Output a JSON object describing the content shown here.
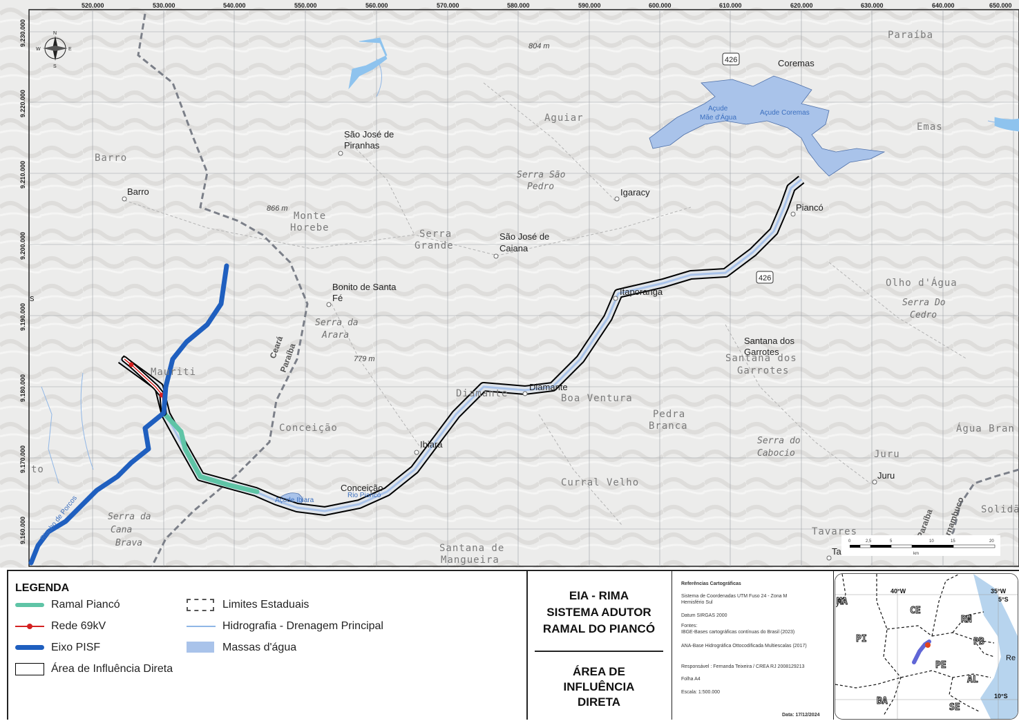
{
  "map": {
    "x_ticks": [
      "520.000",
      "530.000",
      "540.000",
      "550.000",
      "560.000",
      "570.000",
      "580.000",
      "590.000",
      "600.000",
      "610.000",
      "620.000",
      "630.000",
      "640.000",
      "650.000"
    ],
    "y_ticks": [
      "9.230.000",
      "9.220.000",
      "9.210.000",
      "9.200.000",
      "9.190.000",
      "9.180.000",
      "9.170.000",
      "9.160.000"
    ],
    "places": {
      "coremas": "Coremas",
      "sao_jose_piranhas_1": "São José de",
      "sao_jose_piranhas_2": "Piranhas",
      "barro": "Barro",
      "igaracy": "Igaracy",
      "pianco": "Piancó",
      "sao_jose_caiana_1": "São José de",
      "sao_jose_caiana_2": "Caiana",
      "bonito_1": "Bonito de Santa",
      "bonito_2": "Fé",
      "itaporanga": "Itaporanga",
      "santana_garrotes_1": "Santana dos",
      "santana_garrotes_2": "Garrotes",
      "diamante": "Diamante",
      "ibiara": "Ibiara",
      "conceicao": "Conceição",
      "juru": "Juru",
      "tav": "Tav",
      "s_left": "s"
    },
    "regions": {
      "aguiar": "Aguiar",
      "barro": "Barro",
      "monte_horebe_1": "Monte",
      "monte_horebe_2": "Horebe",
      "serra_grande_1": "Serra",
      "serra_grande_2": "Grande",
      "emas": "Emas",
      "olho_dagua": "Olho d'Água",
      "mauriti": "Mauriti",
      "conceicao": "Conceição",
      "santana_garrotes_1": "Santana dos",
      "santana_garrotes_2": "Garrotes",
      "boa_ventura": "Boa Ventura",
      "pedra_branca_1": "Pedra",
      "pedra_branca_2": "Branca",
      "agua_branca": "Água Bran",
      "juru": "Juru",
      "curral_velho": "Curral Velho",
      "tavares": "Tavares",
      "solidao": "Solidã",
      "santana_mangueira_1": "Santana de",
      "santana_mangueira_2": "Mangueira",
      "diamante": "Diamante",
      "paraiba": "Paraíba",
      "to": "to"
    },
    "italic_regions": {
      "serra_sao_pedro_1": "Serra São",
      "serra_sao_pedro_2": "Pedro",
      "serra_arara_1": "Serra da",
      "serra_arara_2": "Arara",
      "serra_do_cedro_1": "Serra Do",
      "serra_do_cedro_2": "Cedro",
      "serra_cabocio_1": "Serra do",
      "serra_cabocio_2": "Cabocio",
      "serra_cana_1": "Serra da",
      "serra_cana_2": "Cana",
      "serra_cana_3": "Brava"
    },
    "elevations": [
      "804 m",
      "866 m",
      "779 m"
    ],
    "highways": [
      "426",
      "426"
    ],
    "water": {
      "acude_coremas": "Açude Coremas",
      "acude_mae_1": "Açude",
      "acude_mae_2": "Mãe d'Água",
      "riacho_porcos": "Riacho de Porcos",
      "acude_ibiara": "Açude Ibiara",
      "rio_pianco": "Rio Piancó"
    },
    "state_boundary_labels": [
      "Ceará",
      "Paraíba",
      "Paraíba",
      "Pernambuco"
    ],
    "scale_bar": [
      "0",
      "2,5",
      "5",
      "10",
      "15",
      "20"
    ],
    "scale_unit": "km",
    "compass": {
      "n": "N",
      "s": "S",
      "e": "E",
      "w": "W"
    }
  },
  "legend": {
    "title": "LEGENDA",
    "items": [
      {
        "label": "Ramal Piancó",
        "color": "#5fc4a6"
      },
      {
        "label": "Rede 69kV",
        "color": "#d42020"
      },
      {
        "label": "Eixo PISF",
        "color": "#1f5fbf"
      },
      {
        "label": "Área de Influência Direta",
        "color": "#000000"
      },
      {
        "label": "Limites Estaduais",
        "color": "#555555"
      },
      {
        "label": "Hidrografia - Drenagem Principal",
        "color": "#8fb6e6"
      },
      {
        "label": "Massas d'água",
        "color": "#a9c3ea"
      }
    ]
  },
  "title_block": {
    "line1": "EIA - RIMA",
    "line2": "SISTEMA ADUTOR",
    "line3": "RAMAL DO PIANCÓ",
    "line4": "ÁREA DE",
    "line5": "INFLUÊNCIA",
    "line6": "DIRETA"
  },
  "references": {
    "heading": "Referências Cartográficas",
    "crs_1": "Sistema de Coordenadas UTM Fuso 24 - Zona M",
    "crs_2": "Hemisfério Sul",
    "datum": "Datum SIRGAS 2000",
    "sources": "Fontes:",
    "ibge": "IBGE-Bases cartográficas contínuas do Brasil (2023)",
    "ana": "ANA-Base Hidrográfica Ottocodificada Multiescalas (2017)",
    "responsavel": "Responsável : Fernanda Teixeira / CREA RJ 2008129213",
    "folha": "Folha A4",
    "escala": "Escala: 1:500.000",
    "data": "Data: 17/12/2024"
  },
  "inset": {
    "lon_40": "40°W",
    "lon_35": "35°W",
    "lat_5": "5°S",
    "lat_10": "10°S",
    "states": [
      "MA",
      "CE",
      "RN",
      "PB",
      "PI",
      "PE",
      "AL",
      "BA",
      "SE"
    ],
    "re": "Re"
  }
}
